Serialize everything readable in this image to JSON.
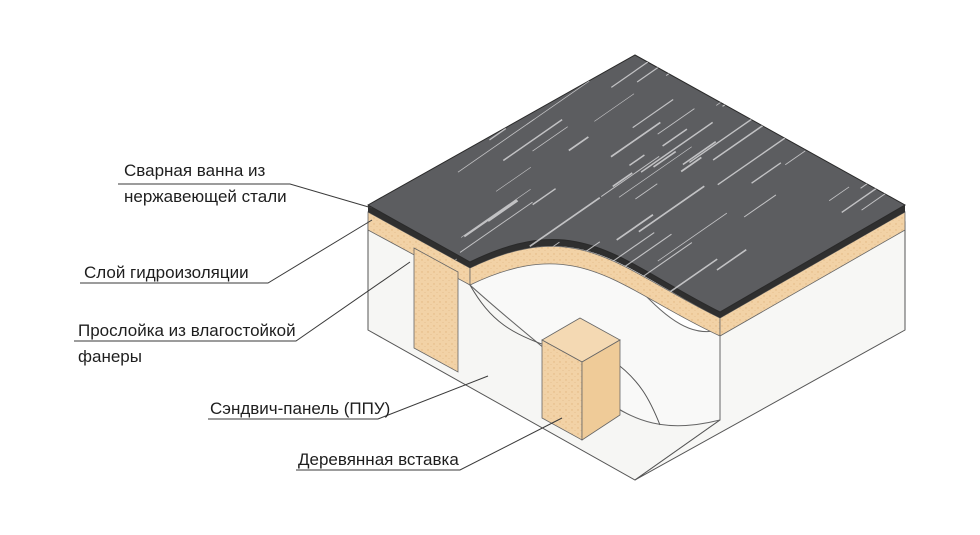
{
  "labels": {
    "steel_tub": [
      "Сварная ванна из",
      "нержавеющей стали"
    ],
    "waterproofing": "Слой гидроизоляции",
    "plywood": [
      "Прослойка из влагостойкой",
      "фанеры"
    ],
    "sandwich_panel": "Сэндвич-панель (ППУ)",
    "wood_insert": "Деревянная вставка"
  },
  "colors": {
    "steel": "#5c5d60",
    "steel_highlight": "#e4e4e6",
    "waterproofing": "#2f2f2f",
    "plywood": "#f2d2a6",
    "plywood_dark": "#e6bb88",
    "foam": "#f6f6f4",
    "line": "#3a3a3a"
  }
}
